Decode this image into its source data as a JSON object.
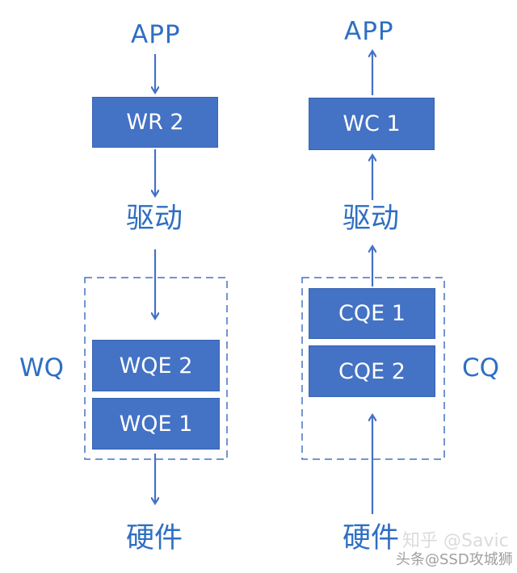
{
  "left": {
    "app_label": "APP",
    "wr_box": "WR 2",
    "driver_label": "驱动",
    "queue_label": "WQ",
    "entries": [
      "WQE 2",
      "WQE 1"
    ],
    "hardware_label": "硬件"
  },
  "right": {
    "app_label": "APP",
    "wc_box": "WC 1",
    "driver_label": "驱动",
    "queue_label": "CQ",
    "entries": [
      "CQE 1",
      "CQE 2"
    ],
    "hardware_label": "硬件"
  },
  "watermark": {
    "faint": "知乎 @Savic",
    "credit": "头条@SSD攻城狮"
  },
  "colors": {
    "box_fill": "#4472c4",
    "arrow": "#4472c4",
    "label_text": "#2e6fc2",
    "dashed_border": "#4472c4"
  }
}
